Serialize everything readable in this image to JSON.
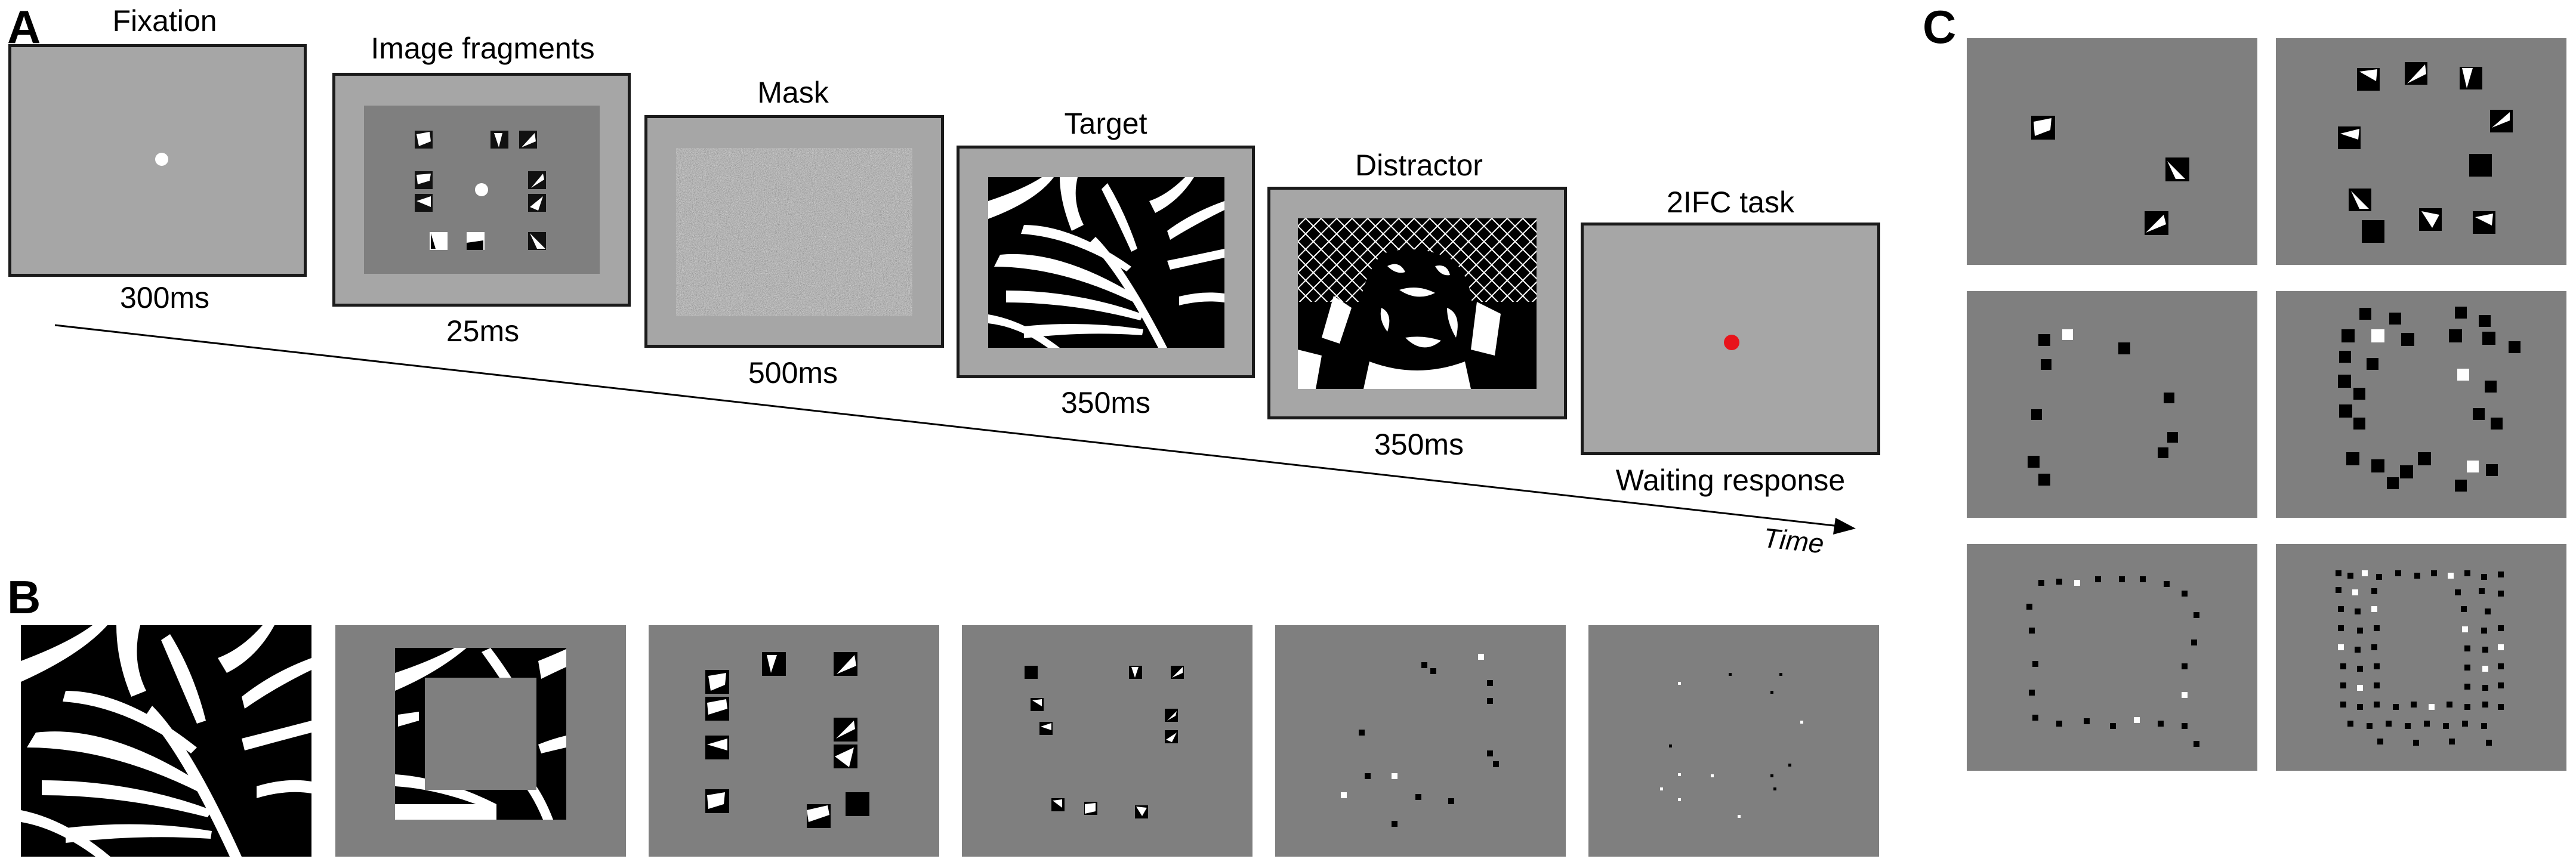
{
  "panels": {
    "a": "A",
    "b": "B",
    "c": "C"
  },
  "stages": [
    {
      "title": "Fixation",
      "duration": "300ms"
    },
    {
      "title": "Image fragments",
      "duration": "25ms"
    },
    {
      "title": "Mask",
      "duration": "500ms"
    },
    {
      "title": "Target",
      "duration": "350ms"
    },
    {
      "title": "Distractor",
      "duration": "350ms"
    },
    {
      "title": "2IFC task",
      "duration": "Waiting response"
    }
  ],
  "time_axis": {
    "label": "Time"
  },
  "colors": {
    "frame_gray": "#a6a6a6",
    "inner_gray": "#7f7f7f",
    "fixation_dot": "#ffffff",
    "response_dot": "#e8141b"
  }
}
